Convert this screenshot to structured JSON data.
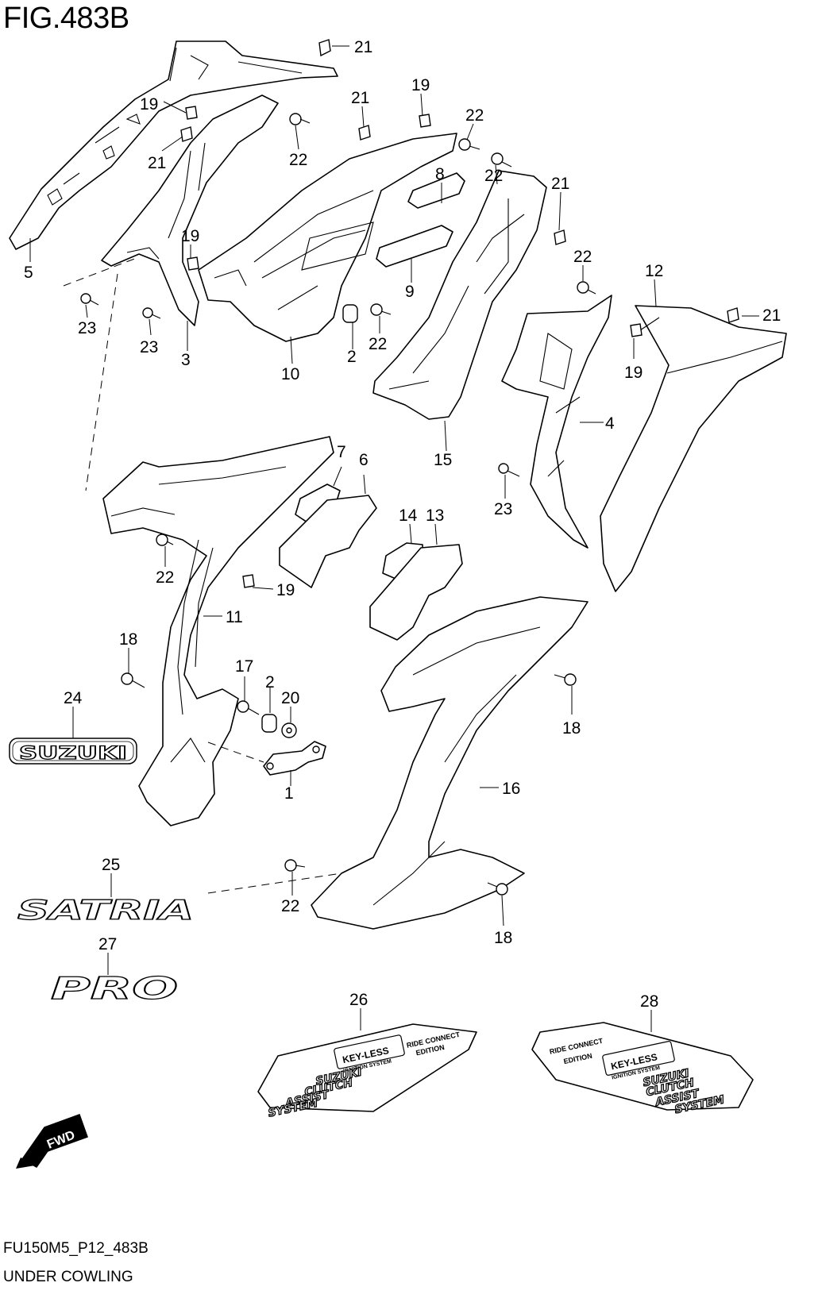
{
  "figure": {
    "title": "FIG.483B",
    "code": "FU150M5_P12_483B",
    "name": "UNDER COWLING"
  },
  "callouts": [
    {
      "id": "c1",
      "label": "1"
    },
    {
      "id": "c2a",
      "label": "2"
    },
    {
      "id": "c2b",
      "label": "2"
    },
    {
      "id": "c3",
      "label": "3"
    },
    {
      "id": "c4",
      "label": "4"
    },
    {
      "id": "c5",
      "label": "5"
    },
    {
      "id": "c6",
      "label": "6"
    },
    {
      "id": "c7",
      "label": "7"
    },
    {
      "id": "c8",
      "label": "8"
    },
    {
      "id": "c9",
      "label": "9"
    },
    {
      "id": "c10",
      "label": "10"
    },
    {
      "id": "c11",
      "label": "11"
    },
    {
      "id": "c12",
      "label": "12"
    },
    {
      "id": "c13",
      "label": "13"
    },
    {
      "id": "c14",
      "label": "14"
    },
    {
      "id": "c15",
      "label": "15"
    },
    {
      "id": "c16",
      "label": "16"
    },
    {
      "id": "c17",
      "label": "17"
    },
    {
      "id": "c18a",
      "label": "18"
    },
    {
      "id": "c18b",
      "label": "18"
    },
    {
      "id": "c18c",
      "label": "18"
    },
    {
      "id": "c19a",
      "label": "19"
    },
    {
      "id": "c19b",
      "label": "19"
    },
    {
      "id": "c19c",
      "label": "19"
    },
    {
      "id": "c19d",
      "label": "19"
    },
    {
      "id": "c19e",
      "label": "19"
    },
    {
      "id": "c20",
      "label": "20"
    },
    {
      "id": "c21a",
      "label": "21"
    },
    {
      "id": "c21b",
      "label": "21"
    },
    {
      "id": "c21c",
      "label": "21"
    },
    {
      "id": "c21d",
      "label": "21"
    },
    {
      "id": "c21e",
      "label": "21"
    },
    {
      "id": "c22a",
      "label": "22"
    },
    {
      "id": "c22b",
      "label": "22"
    },
    {
      "id": "c22c",
      "label": "22"
    },
    {
      "id": "c22d",
      "label": "22"
    },
    {
      "id": "c22e",
      "label": "22"
    },
    {
      "id": "c22f",
      "label": "22"
    },
    {
      "id": "c22g",
      "label": "22"
    },
    {
      "id": "c23a",
      "label": "23"
    },
    {
      "id": "c23b",
      "label": "23"
    },
    {
      "id": "c23c",
      "label": "23"
    },
    {
      "id": "c24",
      "label": "24"
    },
    {
      "id": "c25",
      "label": "25"
    },
    {
      "id": "c26",
      "label": "26"
    },
    {
      "id": "c27",
      "label": "27"
    },
    {
      "id": "c28",
      "label": "28"
    }
  ],
  "emblems": {
    "suzuki": "SUZUKI",
    "satria": "SATRIA",
    "pro": "PRO",
    "fwd": "FWD"
  },
  "decals": {
    "keyless": "KEY-LESS",
    "ignition": "IGNITION SYSTEM",
    "ride_connect_1": "RIDE CONNECT",
    "ride_connect_2": "EDITION",
    "scas_1": "SUZUKI",
    "scas_2": "CLUTCH",
    "scas_3": "ASSIST",
    "scas_4": "SYSTEM"
  }
}
